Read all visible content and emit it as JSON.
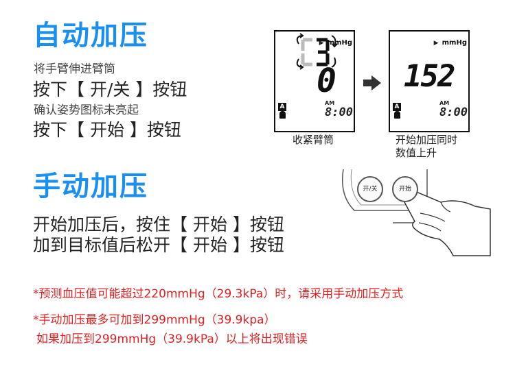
{
  "auto": {
    "title": "自动加压",
    "step1_hint": "将手臂伸进臂筒",
    "step1_action": "按下【 开/关 】按钮",
    "step2_hint": "确认姿势图标未亮起",
    "step2_action": "按下【 开始 】按钮"
  },
  "display1": {
    "unit": "mmHg",
    "digit": "0",
    "ampm": "AM",
    "time": "8:00",
    "posture_badge": "A",
    "caption": "收紧臂筒"
  },
  "display2": {
    "unit": "mmHg",
    "value": "152",
    "ampm": "AM",
    "time": "8:00",
    "posture_badge": "A",
    "caption_line1": "开始加压同时",
    "caption_line2": "数值上升"
  },
  "manual": {
    "title": "手动加压",
    "line1": "开始加压后，按住【 开始 】按钮",
    "line2": "加到目标值后松开【 开始 】按钮"
  },
  "device": {
    "power_button": "开/关",
    "start_button": "开始"
  },
  "notes": {
    "note1": "*预测血压值可能超过220mmHg（29.3kPa）时，请采用手动加压方式",
    "note2": "*手动加压最多可加到299mmHg（39.9kpa）",
    "note3": "如果加压到299mmHg（39.9kPa）以上将出现错误"
  },
  "colors": {
    "heading": "#1a8ff0",
    "warning": "#e02020"
  }
}
